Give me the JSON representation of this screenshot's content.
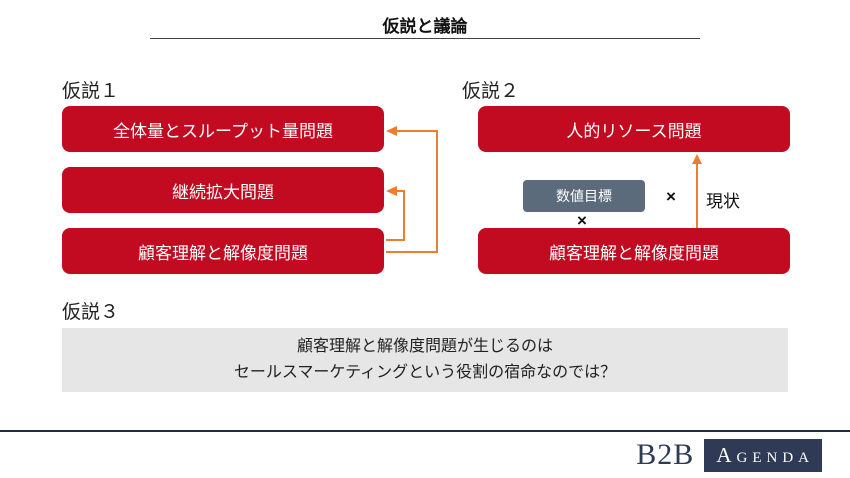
{
  "title": "仮説と議論",
  "hypothesis1": {
    "label": "仮説１",
    "boxes": [
      "全体量とスループット量問題",
      "継続拡大問題",
      "顧客理解と解像度問題"
    ]
  },
  "hypothesis2": {
    "label": "仮説２",
    "top_box": "人的リソース問題",
    "metric_box": "数値目標",
    "multiply_sign": "×",
    "current_label": "現状",
    "multiply_sign_below": "×",
    "bottom_box": "顧客理解と解像度問題"
  },
  "hypothesis3": {
    "label": "仮説３",
    "box_line1": "顧客理解と解像度問題が生じるのは",
    "box_line2": "セールスマーケティングという役割の宿命なのでは？"
  },
  "footer": {
    "logo_b2b": "B2B",
    "logo_agenda": "AGENDA"
  },
  "colors": {
    "red": "#c20b20",
    "orange": "#ed7d31",
    "slate": "#5b6b7b",
    "light_gray": "#e6e6e6",
    "navy": "#2e3a56"
  }
}
